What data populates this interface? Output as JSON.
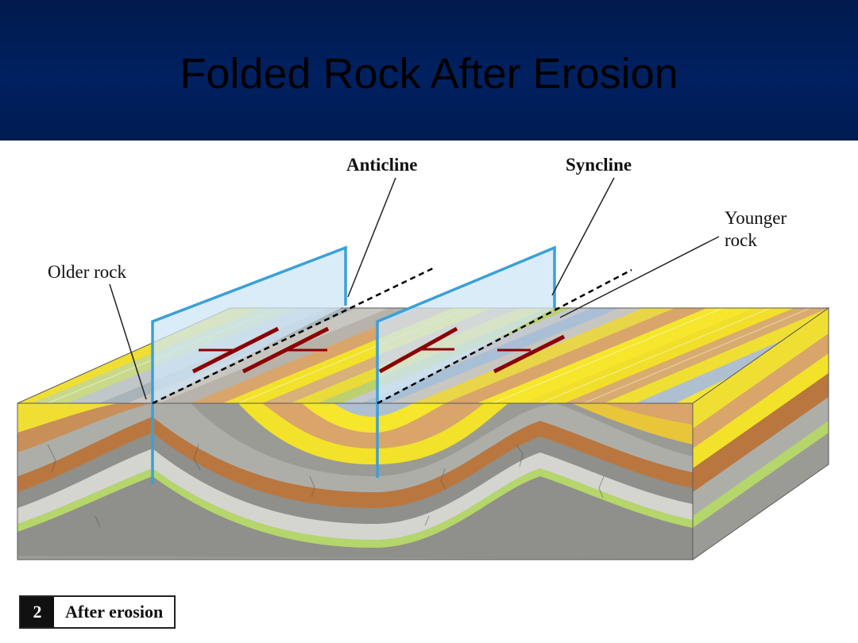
{
  "slide": {
    "title": "Folded Rock After Erosion"
  },
  "labels": {
    "anticline": "Anticline",
    "syncline": "Syncline",
    "younger_rock_line1": "Younger",
    "younger_rock_line2": "rock",
    "older_rock": "Older rock"
  },
  "badge": {
    "number": "2",
    "text": "After erosion"
  },
  "colors": {
    "header_bg": "#002060",
    "axial_plane": "#3aa0d8",
    "strike_dip_symbol": "#8b0000",
    "yellow_layer": "#f2e22a",
    "tan_layer": "#d9a56a",
    "gray_layer": "#b9b9b5",
    "green_layer": "#b5d66a",
    "brown_layer": "#b9773f"
  }
}
